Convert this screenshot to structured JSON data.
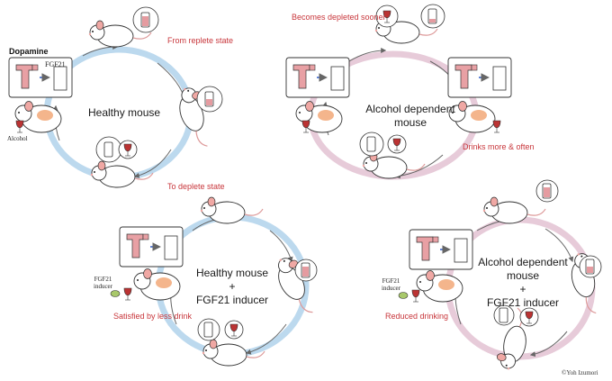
{
  "colors": {
    "healthy_ring": "#bcd9ee",
    "alcohol_ring": "#e7cbd9",
    "arrow": "#666666",
    "annotation_red": "#c8363b",
    "liquid": "#e59ba0",
    "mouse_pink": "#f0a8a4"
  },
  "panels": {
    "healthy": {
      "title": "Healthy mouse",
      "label_top": "From replete state",
      "label_bottom": "To deplete state",
      "dopamine": "Dopamine",
      "fgf21": "FGF21",
      "alcohol": "Alcohol"
    },
    "alcohol_dependent": {
      "title_line1": "Alcohol dependent",
      "title_line2": "mouse",
      "label_top": "Becomes depleted sooner",
      "label_right": "Drinks more & often"
    },
    "healthy_inducer": {
      "title_line1": "Healthy mouse",
      "title_line2": "+",
      "title_line3": "FGF21 inducer",
      "label_left": "Satisfied by less drink",
      "inducer_line1": "FGF21",
      "inducer_line2": "inducer"
    },
    "alcohol_inducer": {
      "title_line1": "Alcohol dependent",
      "title_line2": "mouse",
      "title_line3": "+",
      "title_line4": "FGF21 inducer",
      "label_left": "Reduced drinking",
      "inducer_line1": "FGF21",
      "inducer_line2": "inducer"
    }
  },
  "credit": "©Yoh Izumori"
}
